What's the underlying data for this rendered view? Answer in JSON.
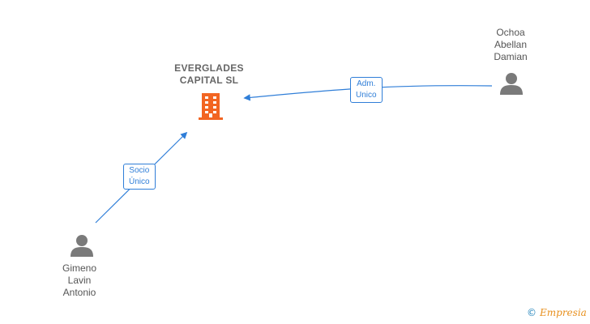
{
  "company": {
    "name_line1": "EVERGLADES",
    "name_line2": "CAPITAL  SL",
    "icon": "building-icon",
    "color": "#f26522"
  },
  "people": [
    {
      "name_line1": "Ochoa",
      "name_line2": "Abellan",
      "name_line3": "Damian",
      "icon": "person-icon"
    },
    {
      "name_line1": "Gimeno",
      "name_line2": "Lavin",
      "name_line3": "Antonio",
      "icon": "person-icon"
    }
  ],
  "edges": [
    {
      "line1": "Adm.",
      "line2": "Unico"
    },
    {
      "line1": "Socio",
      "line2": "Único"
    }
  ],
  "colors": {
    "edge": "#2f7ed8",
    "person": "#7a7a7a",
    "text": "#555555"
  },
  "watermark": {
    "copyright": "©",
    "brand": "Empresia"
  }
}
